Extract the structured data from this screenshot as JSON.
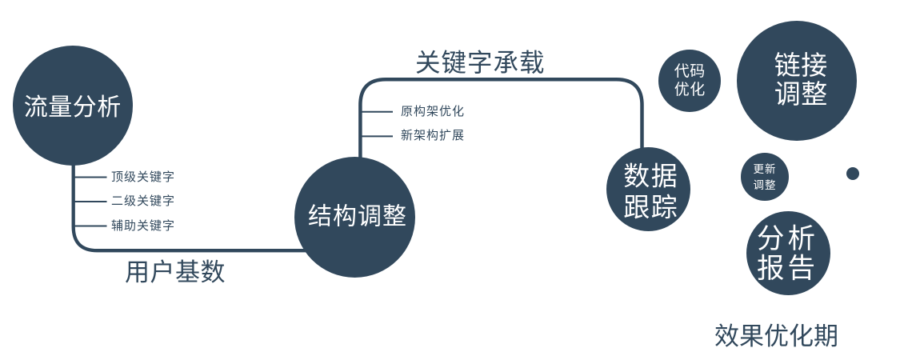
{
  "diagram": {
    "type": "process-flow",
    "colors": {
      "background": "#ffffff",
      "node_fill": "#31485c",
      "node_text": "#ffffff",
      "connector": "#31485c",
      "label_text": "#31485c"
    },
    "nodes": {
      "traffic": {
        "label": "流量分析"
      },
      "structure": {
        "label": "结构调整"
      },
      "tracking": {
        "line1": "数据",
        "line2": "跟踪"
      },
      "code": {
        "line1": "代码",
        "line2": "优化"
      },
      "link": {
        "line1": "链接",
        "line2": "调整"
      },
      "update": {
        "line1": "更新",
        "line2": "调整"
      },
      "report": {
        "line1": "分析",
        "line2": "报告"
      }
    },
    "edge_labels": {
      "user_base": "用户基数",
      "keyword_bearing": "关键字承载",
      "effect_phase": "效果优化期"
    },
    "branch_labels": {
      "left": [
        "顶级关键字",
        "二级关键字",
        "辅助关键字"
      ],
      "right": [
        "原构架优化",
        "新架构扩展"
      ]
    }
  }
}
